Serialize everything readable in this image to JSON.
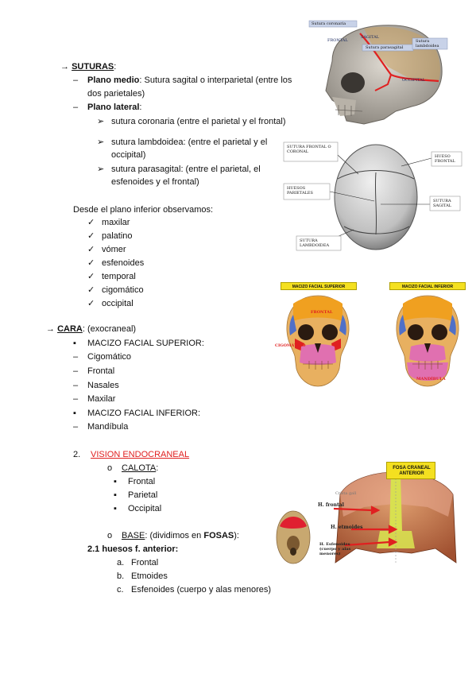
{
  "suturas": {
    "heading": "SUTURAS",
    "medio_label": "Plano medio",
    "medio_text": ": Sutura sagital o interparietal (entre los",
    "medio_text2": "dos parietales)",
    "lateral_label": "Plano lateral",
    "lateral_colon": ":",
    "items": [
      "sutura coronaria (entre el parietal y el frontal)",
      "sutura lambdoidea: (entre el parietal y el",
      "occipital)",
      "sutura parasagital: (entre el parietal, el",
      "esfenoides y el frontal)"
    ]
  },
  "inferior": {
    "intro": "Desde el plano inferior observamos:",
    "items": [
      "maxilar",
      "palatino",
      "vómer",
      "esfenoides",
      "temporal",
      "cigomático",
      "occipital"
    ]
  },
  "cara": {
    "heading": "CARA",
    "sub": ": (exocraneal)",
    "items": [
      {
        "marker": "▪",
        "text": "MACIZO FACIAL SUPERIOR:"
      },
      {
        "marker": "–",
        "text": "Cigomático"
      },
      {
        "marker": "–",
        "text": "Frontal"
      },
      {
        "marker": "–",
        "text": "Nasales"
      },
      {
        "marker": "–",
        "text": "Maxilar"
      },
      {
        "marker": "▪",
        "text": "MACIZO FACIAL INFERIOR:"
      },
      {
        "marker": "–",
        "text": "Mandíbula"
      }
    ]
  },
  "vision": {
    "number": "2.",
    "heading": "VISION ENDOCRANEAL",
    "calota": {
      "marker": "o",
      "label": "CALOTA",
      "colon": ":",
      "items": [
        "Frontal",
        "Parietal",
        "Occipital"
      ]
    },
    "base": {
      "marker": "o",
      "label": "BASE",
      "text": ": (dividimos en ",
      "bold": "FOSAS",
      "end": "):"
    },
    "sub_heading": "2.1 huesos f. anterior:",
    "sub_items": [
      {
        "marker": "a.",
        "text": "Frontal"
      },
      {
        "marker": "b.",
        "text": "Etmoides"
      },
      {
        "marker": "c.",
        "text": "Esfenoides (cuerpo y alas menores)"
      }
    ]
  },
  "figures": {
    "lateral_skull": {
      "labels": [
        "Sutura coronaria",
        "FRONTAL",
        "SAGITAL",
        "Sutura parasagital",
        "Sutura lambdoidea",
        "OCCIPITAL"
      ]
    },
    "top_skull": {
      "labels": [
        "SUTURA FRONTAL O CORONAL",
        "HUESO FRONTAL",
        "HUESOS PARIETALES",
        "SUTURA SAGITAL",
        "SUTURA LAMBDOIDEA"
      ]
    },
    "facial_sup": {
      "title": "MACIZO FACIAL SUPERIOR",
      "labels": [
        "FRONTAL",
        "CIGOMÁTICO"
      ]
    },
    "facial_inf": {
      "title": "MACIZO FACIAL INFERIOR",
      "labels": [
        "MANDÍBULA"
      ]
    },
    "fosa": {
      "title": "FOSA CRANEAL ANTERIOR",
      "labels": [
        "Crista gall",
        "H. frontal",
        "H. etmoides",
        "H. Esfenoides (cuerpo y alas menores)"
      ]
    },
    "colors": {
      "bone": "#e8b06a",
      "frontal": "#f0a020",
      "pink": "#e070b0",
      "red": "#e02020",
      "title_bg": "#f4e020"
    }
  }
}
